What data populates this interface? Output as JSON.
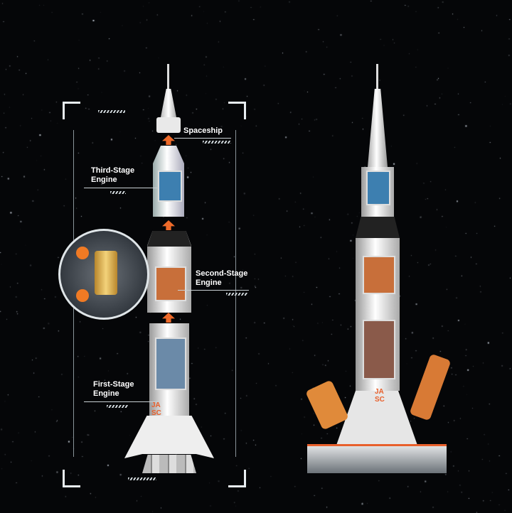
{
  "labels": {
    "spaceship": "Spaceship",
    "third_stage": [
      "Third-Stage",
      "Engine"
    ],
    "second_stage": [
      "Second-Stage",
      "Engine"
    ],
    "first_stage": [
      "First-Stage",
      "Engine"
    ]
  },
  "rocket_marking": [
    "JA",
    "SC"
  ],
  "colors": {
    "background": "#050608",
    "accent": "#e8602c",
    "frame": "#e8eef2"
  }
}
